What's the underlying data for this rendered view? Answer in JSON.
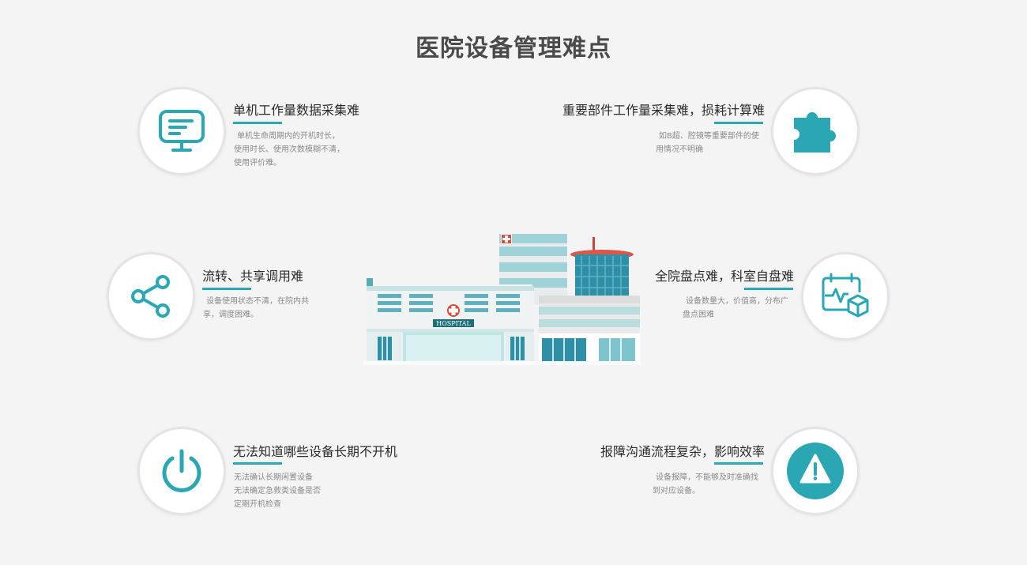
{
  "title": "医院设备管理难点",
  "accent_color": "#2ba7b4",
  "items": [
    {
      "id": "workload",
      "icon": "monitor-icon",
      "title": "单机工作量数据采集难",
      "desc": [
        "单机生命周期内的开机时长，",
        "使用时长、使用次数模糊不清，",
        "使用评价难。"
      ]
    },
    {
      "id": "parts",
      "icon": "puzzle-icon",
      "title": "重要部件工作量采集难，损耗计算难",
      "desc": [
        "如B超、腔镜等重要部件的使",
        "用情况不明确"
      ]
    },
    {
      "id": "sharing",
      "icon": "share-icon",
      "title": "流转、共享调用难",
      "desc": [
        "设备使用状态不清，在院内共",
        "享，调度困难。"
      ]
    },
    {
      "id": "inventory",
      "icon": "calendar-cube-icon",
      "title": "全院盘点难，科室自盘难",
      "desc": [
        "设备数量大，价值高，分布广",
        "盘点困难"
      ]
    },
    {
      "id": "idle",
      "icon": "power-icon",
      "title": "无法知道哪些设备长期不开机",
      "desc": [
        "无法确认长期闲置设备",
        "无法确定急救类设备是否",
        "定期开机检查"
      ]
    },
    {
      "id": "repair",
      "icon": "warning-icon",
      "title": "报障沟通流程复杂，影响效率",
      "desc": [
        "设备报障，不能够及时准确找",
        "到对应设备。"
      ]
    }
  ],
  "hospital": {
    "sign": "HOSPITAL"
  }
}
